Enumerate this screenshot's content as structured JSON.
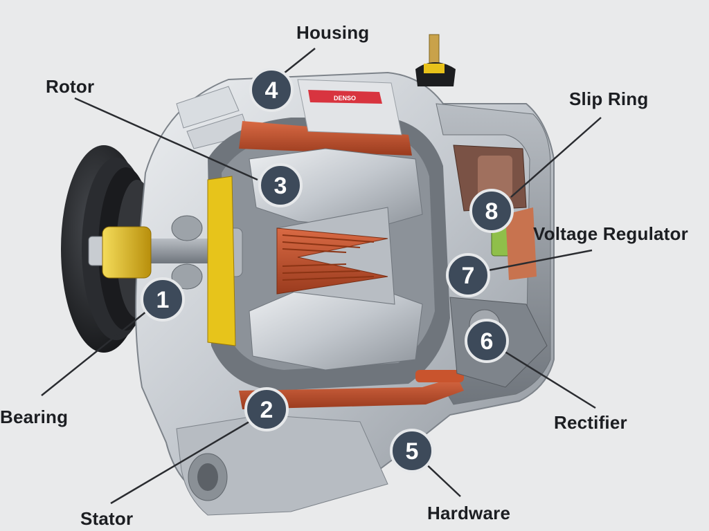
{
  "brand_label": "DENSO",
  "colors": {
    "background": "#e9eaeb",
    "badge": "#3d4a5a",
    "copper": "#c2532f",
    "brass": "#e8c21a",
    "aluminum": "#c8ccd1"
  },
  "callouts": [
    {
      "number": "1",
      "label": "Bearing"
    },
    {
      "number": "2",
      "label": "Stator"
    },
    {
      "number": "3",
      "label": "Rotor"
    },
    {
      "number": "4",
      "label": "Housing"
    },
    {
      "number": "5",
      "label": "Hardware"
    },
    {
      "number": "6",
      "label": "Rectifier"
    },
    {
      "number": "7",
      "label": "Voltage Regulator"
    },
    {
      "number": "8",
      "label": "Slip Ring"
    }
  ]
}
